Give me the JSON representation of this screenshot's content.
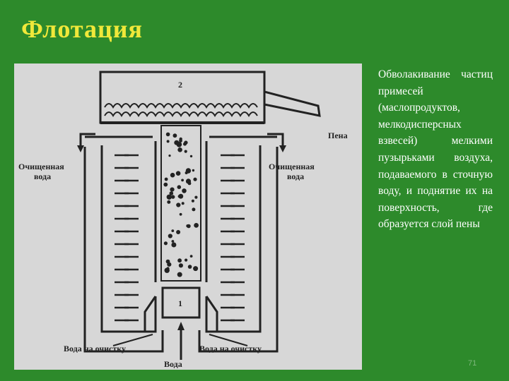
{
  "slide": {
    "title": "Флотация",
    "description": "Обволакивание частиц примесей (маслопродуктов, мелкодисперсных взвесей) мелкими пузырьками воздуха, подаваемого в сточную воду, и поднятие их на поверхность, где образуется слой пены",
    "page_number": "71"
  },
  "diagram": {
    "label_top_number": "2",
    "label_bottom_number": "1",
    "label_foam": "Пена",
    "label_clean_water_left_1": "Очищенная",
    "label_clean_water_left_2": "вода",
    "label_clean_water_right_1": "Очищенная",
    "label_clean_water_right_2": "вода",
    "label_inlet_left": "Вода на очистку",
    "label_inlet_right": "Вода на очистку",
    "label_bottom_water": "Вода"
  },
  "colors": {
    "background": "#2d8a2b",
    "title": "#f0e83a",
    "text": "#ffffff",
    "diagram_bg": "#d7d7d7",
    "diagram_ink": "#222222"
  }
}
